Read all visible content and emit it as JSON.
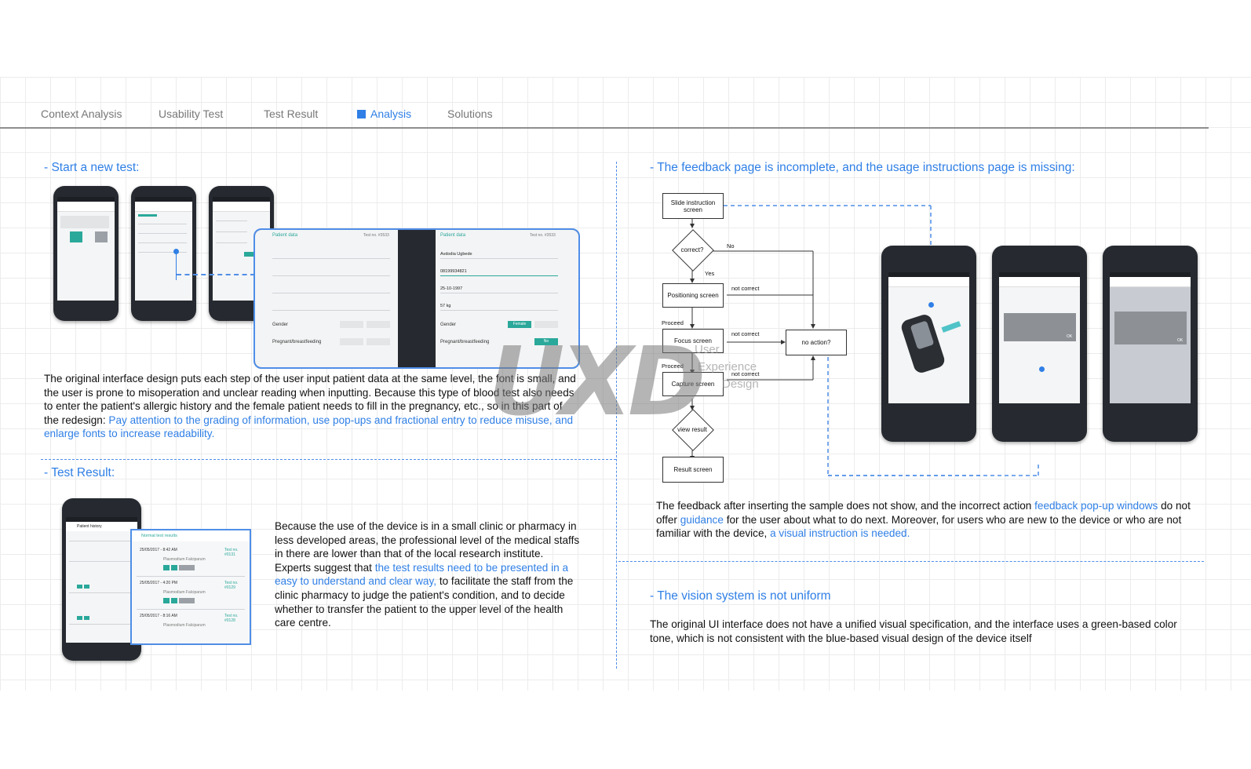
{
  "nav": {
    "tabs": [
      {
        "label": "Context Analysis"
      },
      {
        "label": "Usability Test"
      },
      {
        "label": "Test Result"
      },
      {
        "label": "Analysis"
      },
      {
        "label": "Solutions"
      }
    ]
  },
  "sections": {
    "start_test": {
      "heading": "- Start a new test:",
      "p_plain": "The original interface design puts each step of the user input patient data at the same level, the font is small, and the user is prone to misoperation and unclear reading when inputting. Because this type of blood test also needs to enter the patient's allergic history and the female patient needs to fill in the pregnancy, etc., so in this part of the redesign: ",
      "p_blue": "Pay attention to the grading of information, use pop-ups and fractional entry to reduce misuse, and enlarge fonts to increase readability."
    },
    "test_result": {
      "heading": "- Test Result:",
      "p1": "Because the use of the device is in a small clinic or pharmacy in less developed areas, the professional level of the medical staffs in there are lower than that of the local research institute.",
      "p2_plain": " Experts suggest that ",
      "p2_blue": "the test results need to be presented in a easy to understand and clear way,",
      "p2_rest": " to facilitate the staff from the clinic pharmacy to judge the patient's condition, and to decide whether to transfer the patient to the upper level of the health care centre."
    },
    "feedback": {
      "heading": "- The feedback page is incomplete, and the usage instructions page is missing:",
      "p_a": "The feedback after inserting the sample does not show, and the incorrect action ",
      "p_b": "feedback pop-up windows",
      "p_c": " do not offer ",
      "p_d": "guidance",
      "p_e": " for the user about what to do next. Moreover, for users who are new to the device or who are not familiar with the device, ",
      "p_f": "a visual instruction is needed."
    },
    "vision": {
      "heading": "- The vision system is not uniform",
      "p": "The original UI interface does not have a unified visual specification, and the interface uses a green-based color tone, which is not consistent with the blue-based visual design of the device itself"
    }
  },
  "flowchart": {
    "slide": "Slide instruction screen",
    "correct": "correct?",
    "no": "No",
    "yes": "Yes",
    "positioning": "Positioning screen",
    "not_correct_1": "not correct",
    "proceed_1": "Proceed",
    "focus": "Focus screen",
    "not_correct_2": "not correct",
    "no_action": "no action?",
    "proceed_2": "Proceed",
    "capture": "Capture screen",
    "not_correct_3": "not correct",
    "view_result": "view result",
    "result": "Result screen"
  },
  "mockups": {
    "patient_data": "Patient data",
    "test_no_1": "Test no. #3533",
    "test_no_2": "Test no. #3533",
    "name_val": "Avdodia Ugbede",
    "phone_val": "08199934821",
    "dob_val": "25-10-1997",
    "weight_val": "57 kg",
    "gender": "Gender",
    "gender_2": "Gender",
    "female": "Female",
    "pregnant": "Pregnant/breastfeeding",
    "pregnant_2": "Pregnant/breastfeeding",
    "no_btn": "No",
    "patient_history": "Patient history",
    "normal_results": "Normal test results",
    "r1_date": "25/05/2017 - 8:42 AM",
    "r1_no": "Test no. #0131",
    "r2_date": "25/05/2017 - 4:20 PM",
    "r2_no": "Test no. #0129",
    "r3_date": "25/05/2017 - 8:16 AM",
    "r3_no": "Test no. #0128",
    "parasite": "Plasmodium Falciparum",
    "ok": "OK"
  },
  "watermark": {
    "logo": "UXD",
    "line1": "User",
    "line2": "Experience",
    "line3": "Design"
  },
  "colors": {
    "accent": "#2f7fe6",
    "old_ui_green": "#2aa89a",
    "phone_body": "#262a30"
  }
}
